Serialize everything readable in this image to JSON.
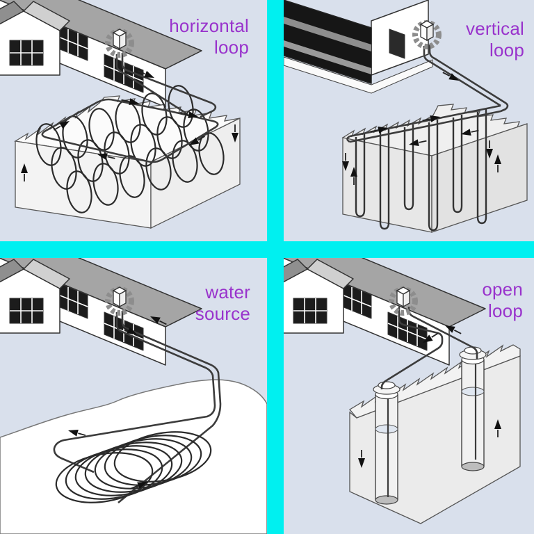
{
  "panels": [
    {
      "key": "horizontal-loop",
      "lines": [
        "horizontal",
        "loop"
      ]
    },
    {
      "key": "vertical-loop",
      "lines": [
        "vertical",
        "loop"
      ]
    },
    {
      "key": "water-source",
      "lines": [
        "water",
        "source"
      ]
    },
    {
      "key": "open-loop",
      "lines": [
        "open",
        "loop"
      ]
    }
  ],
  "colors": {
    "divider": "#00f0f0",
    "panel_background": "#d9e0ec",
    "label_text": "#9933cc",
    "pipe": "#3c3c3c",
    "ground_block": "#ececec",
    "roof": "#a5a5a5",
    "window": "#1c1c1c",
    "pond": "#ffffff",
    "heat_pump_ring": "#8d8d8d"
  },
  "icons": [
    "house-icon",
    "office-building-icon",
    "heat-pump-icon",
    "ground-block",
    "slinky-coil-icon",
    "u-tube-icon",
    "pond-icon",
    "well-icon",
    "flow-arrow-icon"
  ]
}
